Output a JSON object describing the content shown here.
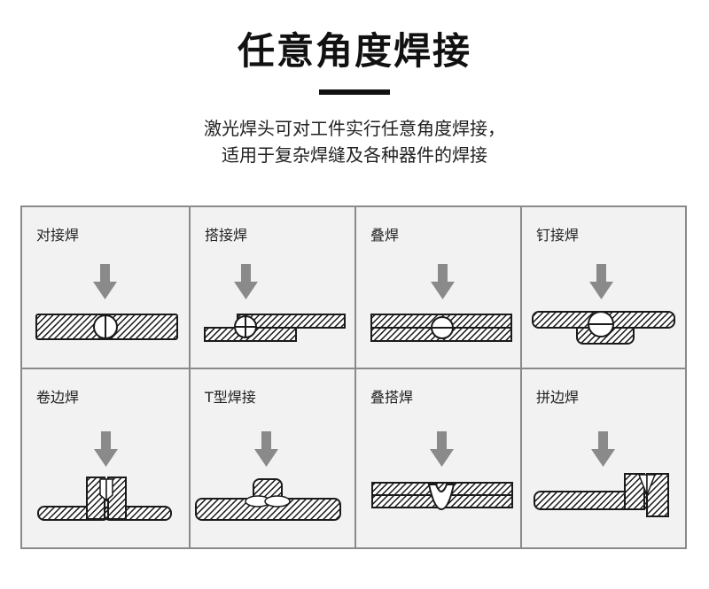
{
  "header": {
    "title": "任意角度焊接",
    "subtitle_line1": "激光焊头可对工件实行任意角度焊接，",
    "subtitle_line2": "适用于复杂焊缝及各种器件的焊接"
  },
  "colors": {
    "arrow": "#8a8a8a",
    "border": "#8a8a8a",
    "panel": "#f2f2f2",
    "ink": "#1a1a1a"
  },
  "cells": [
    {
      "label": "对接焊",
      "icon": "butt-weld-diagram"
    },
    {
      "label": "搭接焊",
      "icon": "lap-weld-diagram"
    },
    {
      "label": "叠焊",
      "icon": "stack-weld-diagram"
    },
    {
      "label": "钉接焊",
      "icon": "rivet-weld-diagram"
    },
    {
      "label": "卷边焊",
      "icon": "flange-weld-diagram"
    },
    {
      "label": "T型焊接",
      "icon": "t-weld-diagram"
    },
    {
      "label": "叠搭焊",
      "icon": "overlap-stack-weld-diagram"
    },
    {
      "label": "拼边焊",
      "icon": "edge-joint-weld-diagram"
    }
  ]
}
